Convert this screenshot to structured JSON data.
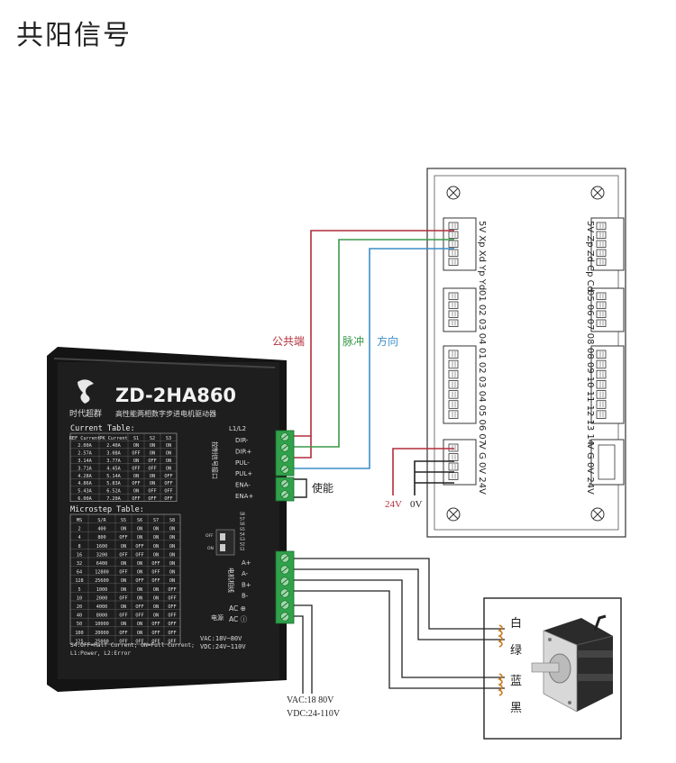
{
  "page_title": "共阳信号",
  "colors": {
    "common_wire": "#b22d3a",
    "pulse_wire": "#3a9a4a",
    "direction_wire": "#3c8ec8",
    "driver_body": "#1b1b1b",
    "terminal_green": "#2fa24a"
  },
  "driver": {
    "brand": "时代超群",
    "model": "ZD-2HA860",
    "subtitle": "高性能两相数字步进电机驱动器",
    "current_table_title": "Current Table:",
    "current_headers": [
      "REF Current",
      "PK Current",
      "S1",
      "S2",
      "S3"
    ],
    "current_rows": [
      [
        "2.00A",
        "2.40A",
        "ON",
        "ON",
        "ON"
      ],
      [
        "2.57A",
        "3.08A",
        "OFF",
        "ON",
        "ON"
      ],
      [
        "3.14A",
        "3.77A",
        "ON",
        "OFF",
        "ON"
      ],
      [
        "3.71A",
        "4.45A",
        "OFF",
        "OFF",
        "ON"
      ],
      [
        "4.28A",
        "5.14A",
        "ON",
        "ON",
        "OFF"
      ],
      [
        "4.86A",
        "5.83A",
        "OFF",
        "ON",
        "OFF"
      ],
      [
        "5.43A",
        "6.52A",
        "ON",
        "OFF",
        "OFF"
      ],
      [
        "6.00A",
        "7.20A",
        "OFF",
        "OFF",
        "OFF"
      ]
    ],
    "microstep_table_title": "Microstep Table:",
    "micro_headers": [
      "MS",
      "S/R",
      "S5",
      "S6",
      "S7",
      "S8"
    ],
    "micro_rows": [
      [
        "2",
        "400",
        "ON",
        "ON",
        "ON",
        "ON"
      ],
      [
        "4",
        "800",
        "OFF",
        "ON",
        "ON",
        "ON"
      ],
      [
        "8",
        "1600",
        "ON",
        "OFF",
        "ON",
        "ON"
      ],
      [
        "16",
        "3200",
        "OFF",
        "OFF",
        "ON",
        "ON"
      ],
      [
        "32",
        "6400",
        "ON",
        "ON",
        "OFF",
        "ON"
      ],
      [
        "64",
        "12800",
        "OFF",
        "ON",
        "OFF",
        "ON"
      ],
      [
        "128",
        "25600",
        "ON",
        "OFF",
        "OFF",
        "ON"
      ],
      [
        "5",
        "1000",
        "ON",
        "ON",
        "ON",
        "OFF"
      ],
      [
        "10",
        "2000",
        "OFF",
        "ON",
        "ON",
        "OFF"
      ],
      [
        "20",
        "4000",
        "ON",
        "OFF",
        "ON",
        "OFF"
      ],
      [
        "40",
        "8000",
        "OFF",
        "OFF",
        "ON",
        "OFF"
      ],
      [
        "50",
        "10000",
        "ON",
        "ON",
        "OFF",
        "OFF"
      ],
      [
        "100",
        "20000",
        "OFF",
        "ON",
        "OFF",
        "OFF"
      ],
      [
        "125",
        "25000",
        "OFF",
        "OFF",
        "OFF",
        "OFF"
      ]
    ],
    "footnote_1": "S4:OFF=Half Current; ON=Full Current;",
    "footnote_2": "L1:Power,  L2:Error",
    "signal_leds": "L1/L2",
    "signal_terminals": [
      "DIR-",
      "DIR+",
      "PUL-",
      "PUL+",
      "ENA-",
      "ENA+"
    ],
    "signal_group_label": "控制信号接口",
    "switch_labels": [
      "S8",
      "S7",
      "S6",
      "S5",
      "S4",
      "S3",
      "S2",
      "S1"
    ],
    "switch_off": "OFF",
    "switch_on": "ON",
    "motor_terminals": [
      "A+",
      "A-",
      "B+",
      "B-"
    ],
    "motor_group_label": "电机相线",
    "power_terminals": [
      "AC ⊕",
      "AC ⓘ"
    ],
    "power_group_label": "电源",
    "power_spec_1": "VAC:18V~80V",
    "power_spec_2": "VDC:24V~110V"
  },
  "wire_labels": {
    "common": "公共端",
    "pulse": "脉冲",
    "direction": "方向",
    "enable": "使能"
  },
  "controller": {
    "block1_labels": "5V Xp Xd Yp Yd",
    "block2_labels": "01 02 03 04",
    "block3_labels": "01 02 03 04 05 06 07",
    "block4_labels": "V G 0V 24V",
    "block5_labels": "5V Zp Zd Cp Cd",
    "block6_labels": "05 06 07 08",
    "block7_labels": "08 09 10 11 12 13 14",
    "block8_labels": "V G 0V 24V",
    "supply_24v": "24V",
    "supply_0v": "0V"
  },
  "motor": {
    "white": "白",
    "green": "绿",
    "blue": "蓝",
    "black": "黑"
  },
  "power_note_1": "VAC:18 80V",
  "power_note_2": "VDC:24-110V"
}
